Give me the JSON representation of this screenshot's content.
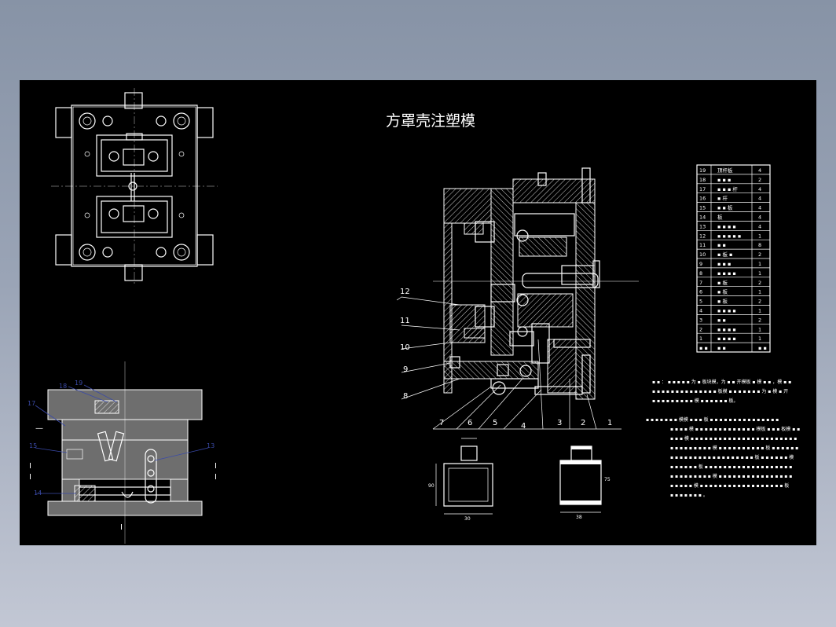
{
  "title": "方罩壳注塑模",
  "callouts_section": [
    "12",
    "11",
    "10",
    "9",
    "8",
    "7",
    "6",
    "5",
    "4",
    "3",
    "2",
    "1"
  ],
  "callouts_side": [
    "18",
    "19",
    "17",
    "15",
    "14",
    "13"
  ],
  "side_marks": [
    "—",
    "I",
    "I",
    "I",
    "I",
    "I"
  ],
  "parts_table": [
    {
      "no": "19",
      "name": "顶杆板",
      "qty": "4"
    },
    {
      "no": "18",
      "name": "▪ ▪ ▪",
      "qty": "2"
    },
    {
      "no": "17",
      "name": "▪ ▪ ▪ 杆",
      "qty": "4"
    },
    {
      "no": "16",
      "name": "▪ 杆",
      "qty": "4"
    },
    {
      "no": "15",
      "name": "▪ ▪ 板",
      "qty": "4"
    },
    {
      "no": "14",
      "name": "板",
      "qty": "4"
    },
    {
      "no": "13",
      "name": "▪ ▪ ▪ ▪",
      "qty": "4"
    },
    {
      "no": "12",
      "name": "▪ ▪ ▪ ▪ ▪",
      "qty": "1"
    },
    {
      "no": "11",
      "name": "▪ ▪",
      "qty": "8"
    },
    {
      "no": "10",
      "name": "▪ 板 ▪",
      "qty": "2"
    },
    {
      "no": "9",
      "name": "▪ ▪ ▪",
      "qty": "1"
    },
    {
      "no": "8",
      "name": "▪ ▪ ▪ ▪",
      "qty": "1"
    },
    {
      "no": "7",
      "name": "▪ 板",
      "qty": "2"
    },
    {
      "no": "6",
      "name": "▪ 板",
      "qty": "1"
    },
    {
      "no": "5",
      "name": "▪ 板",
      "qty": "2"
    },
    {
      "no": "4",
      "name": "▪ ▪ ▪ ▪",
      "qty": "1"
    },
    {
      "no": "3",
      "name": "▪ ▪",
      "qty": "2"
    },
    {
      "no": "2",
      "name": "▪ ▪ ▪ ▪",
      "qty": "1"
    },
    {
      "no": "1",
      "name": "▪ ▪ ▪ ▪",
      "qty": "1"
    },
    {
      "no": "▪ ▪",
      "name": "▪ ▪",
      "qty": "▪ ▪"
    }
  ],
  "notes": [
    "▪ ▪ ： ▪ ▪ ▪ ▪ ▪ 为 ▪ 板块模，为 ▪ ▪ 开模板 ▪ 模 ▪ ▪ ，模 ▪ ▪",
    "▪ ▪ ▪ ▪ ▪ ▪ ▪ ▪ ▪ ▪ ▪ ▪ ▪ ▪ 板模 ▪ ▪ ▪ ▪ ▪ ▪ ▪ 为 ▪ 模 ▪ 开",
    "▪ ▪ ▪ ▪ ▪ ▪ ▪ ▪ ▪ 模 ▪ ▪ ▪ ▪ ▪ ▪ 板。",
    "▪ ▪ ▪ ▪ ▪ ▪ ▪ 模模 ▪ ▪ ▪ 板 ▪ ▪ ▪ ▪ ▪ ▪ ▪ ▪ ▪ ▪ ▪ ▪ ▪ ▪ ▪",
    "▪ ▪ ▪ ▪ 模 ▪ ▪ ▪ ▪ ▪ ▪ ▪ ▪ ▪ ▪ ▪ ▪ ▪ 模板 ▪ ▪ ▪ 板模 ▪ ▪",
    "▪ ▪ ▪ 模 ▪ ▪ ▪ ▪ ▪ ▪ ▪ ▪ ▪ ▪ ▪ ▪ ▪ ▪ ▪ ▪ ▪ ▪ ▪ ▪ ▪ ▪ ▪",
    "▪ ▪ ▪ ▪ ▪ ▪ ▪ ▪ ▪ 模 ▪ ▪ ▪ ▪ ▪ ▪ ▪ ▪ ▪ ▪ 板 ▪ ▪ ▪ ▪ ▪ ▪",
    "▪ ▪ ▪ ▪ ▪ ▪ ▪ ▪ ▪ ▪ ▪ ▪ ▪ ▪ ▪ ▪ ▪ ▪ 板 ▪ ▪ ▪ ▪ ▪ ▪ 模",
    "▪ ▪ ▪ ▪ ▪ ▪ 板 ▪ ▪ ▪ ▪ ▪ ▪ ▪ ▪ ▪ ▪ ▪ ▪ ▪ ▪ ▪ ▪ ▪ ▪ ▪",
    "▪ ▪ ▪ ▪ ▪ ▪ ▪ ▪ ▪ 模 ▪ ▪ ▪ ▪ ▪ ▪ ▪ ▪ ▪ ▪ ▪ ▪ ▪ ▪ ▪ ▪",
    "▪ ▪ ▪ ▪ ▪ 模 ▪ ▪ ▪ ▪ ▪ ▪ ▪ ▪ ▪ ▪ ▪ ▪ ▪ ▪ ▪ ▪ ▪ ▪ 板",
    "▪ ▪ ▪ ▪ ▪ ▪ ▪ 。"
  ],
  "dims": {
    "h1": "90",
    "w1": "30",
    "h2": "75",
    "w2": "38"
  },
  "colors": {
    "background": "#000000",
    "line": "#ffffff",
    "callout_blue": "#3a4aa8",
    "window": "#8e9aad"
  }
}
